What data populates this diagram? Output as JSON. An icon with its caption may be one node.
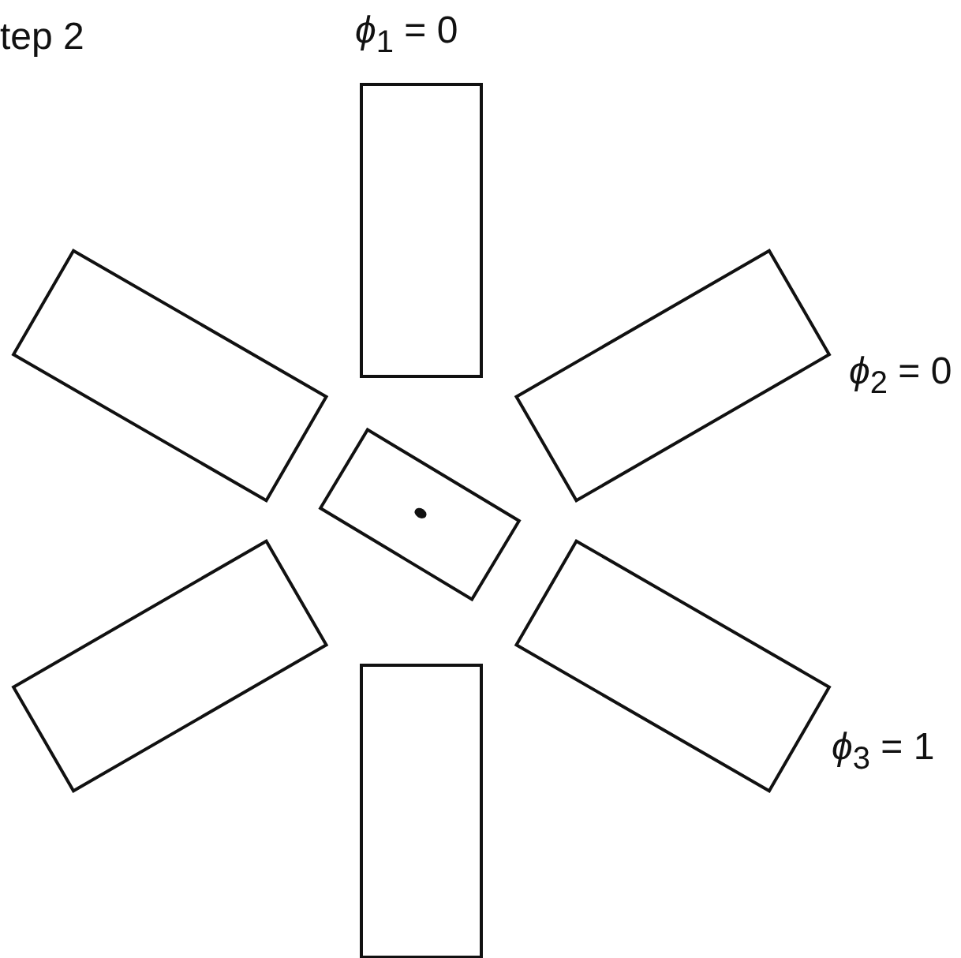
{
  "diagram": {
    "labels": [
      "tep 2",
      "*ϕ*$_{1}$ = 0",
      "*ϕ*$_{2}$ = 0",
      "*ϕ*$_{3}$ = 1"
    ]
  }
}
